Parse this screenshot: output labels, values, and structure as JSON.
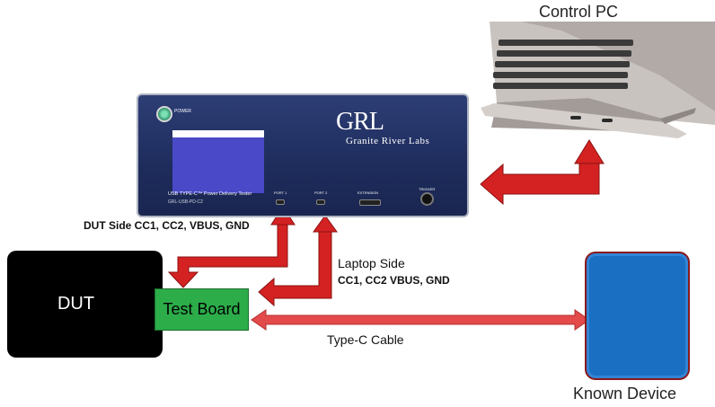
{
  "labels": {
    "control_pc": "Control PC",
    "dut_side": "DUT Side CC1, CC2, VBUS, GND",
    "laptop_side": "Laptop Side",
    "laptop_side_signals": "CC1, CC2 VBUS, GND",
    "type_c_cable": "Type-C Cable",
    "known_device": "Known Device",
    "dut": "DUT",
    "test_board": "Test Board"
  },
  "tester": {
    "logo": "GRL",
    "brand": "Granite River Labs",
    "power_label": "POWER",
    "model": "USB TYPE-C™ Power Delivery Tester",
    "part_number": "GRL-USB-PD-C2",
    "port1_label": "PORT 1",
    "port2_label": "PORT 2",
    "extension_label": "EXTENSION",
    "trigger_label": "TRIGGER"
  },
  "colors": {
    "arrow_red": "#d42222",
    "arrow_border": "#8c1010",
    "cable_red": "#e34a4a",
    "tester_blue": "#24356a",
    "screen_blue": "#4a49c7",
    "test_board_green": "#2cad4a",
    "known_device_blue": "#1a6fc2"
  }
}
